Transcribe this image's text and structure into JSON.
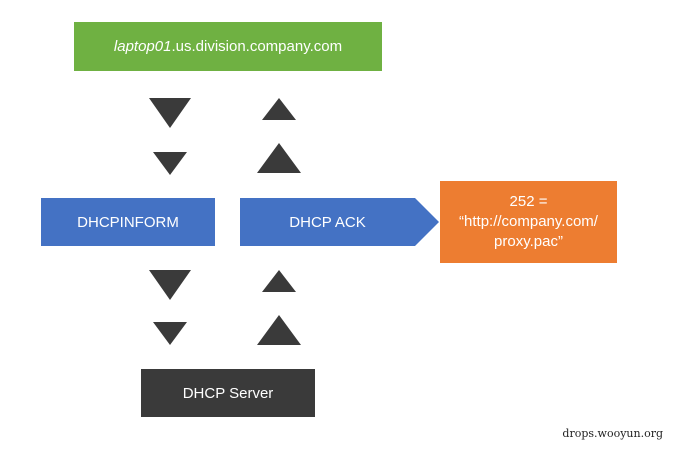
{
  "colors": {
    "green": "#6fb142",
    "blue": "#4472c4",
    "orange": "#ed7d31",
    "dark": "#3a3a3a",
    "arrow": "#3a3a3a"
  },
  "host": {
    "italic_part": "laptop01",
    "rest": ".us.division.company.com"
  },
  "request": {
    "label": "DHCPINFORM"
  },
  "response": {
    "label": "DHCP ACK"
  },
  "option": {
    "line1": "252 =",
    "line2": "“http://company.com/",
    "line3": "proxy.pac”"
  },
  "server": {
    "label": "DHCP Server"
  },
  "watermark": "drops.wooyun.org"
}
